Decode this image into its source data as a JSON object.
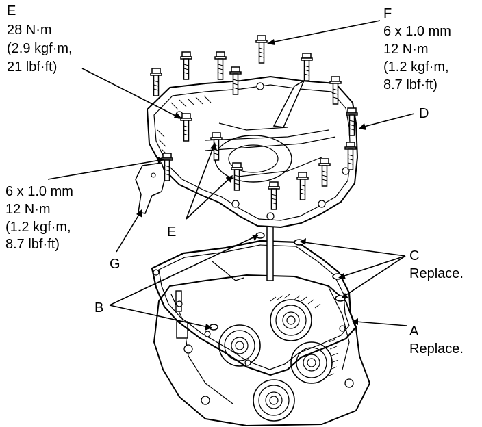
{
  "labels": {
    "E_top": {
      "letter": "E",
      "torque_nm": "28 N·m",
      "torque_kgf": "(2.9 kgf·m,",
      "torque_lbf": "21 lbf·ft)"
    },
    "F": {
      "letter": "F",
      "size": "6 x 1.0 mm",
      "torque_nm": "12 N·m",
      "torque_kgf": "(1.2 kgf·m,",
      "torque_lbf": "8.7 lbf·ft)"
    },
    "D": {
      "letter": "D"
    },
    "left_spec": {
      "size": "6 x 1.0 mm",
      "torque_nm": "12 N·m",
      "torque_kgf": "(1.2 kgf·m,",
      "torque_lbf": "8.7 lbf·ft)"
    },
    "E_mid": {
      "letter": "E"
    },
    "G": {
      "letter": "G"
    },
    "C": {
      "letter": "C",
      "note": "Replace."
    },
    "B": {
      "letter": "B"
    },
    "A": {
      "letter": "A",
      "note": "Replace."
    }
  },
  "parts": {
    "bolt_icon": "hex-flange-bolt",
    "cover_icon": "transmission-housing-cover",
    "gasket_icon": "sealing-gasket",
    "case_icon": "transmission-case-with-gears"
  }
}
